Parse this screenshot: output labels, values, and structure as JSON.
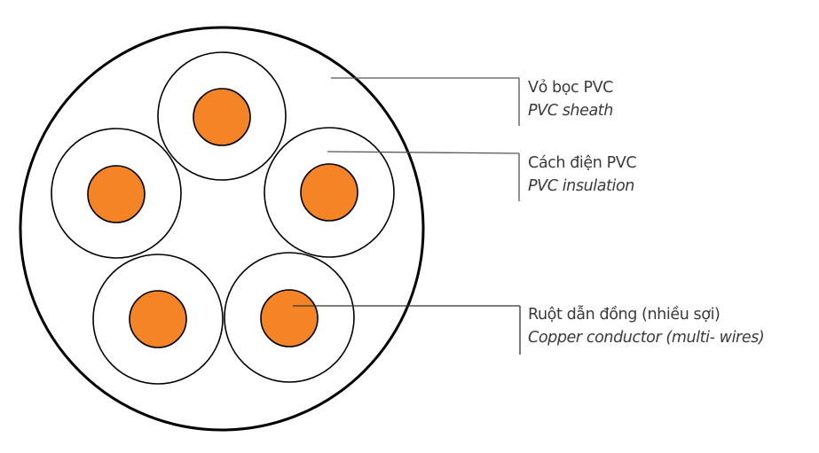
{
  "diagram": {
    "title": "Cable cross-section",
    "colors": {
      "conductor": "#F58426",
      "outline": "#000000",
      "leader": "#555555",
      "text": "#3a3a3a",
      "background": "#ffffff"
    },
    "conductor_count": 5,
    "labels": [
      {
        "id": "sheath",
        "vi": "Vỏ bọc PVC",
        "en": "PVC sheath"
      },
      {
        "id": "insulation",
        "vi": "Cách điện PVC",
        "en": "PVC insulation"
      },
      {
        "id": "conductor",
        "vi": "Ruột dẫn đồng (nhiều sợi)",
        "en": "Copper conductor (multi- wires)"
      }
    ]
  }
}
